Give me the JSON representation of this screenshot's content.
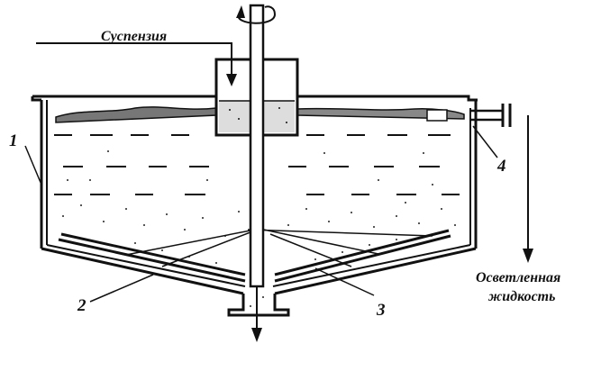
{
  "labels": {
    "inlet": "Суспензия",
    "outlet_line1": "Осветленная",
    "outlet_line2": "жидкость",
    "callout_1": "1",
    "callout_2": "2",
    "callout_3": "3",
    "callout_4": "4"
  },
  "icons": {
    "rotation": "rotation-arrow-icon",
    "flow": "flow-arrow-icon"
  },
  "colors": {
    "ink": "#111111",
    "background": "#ffffff"
  }
}
